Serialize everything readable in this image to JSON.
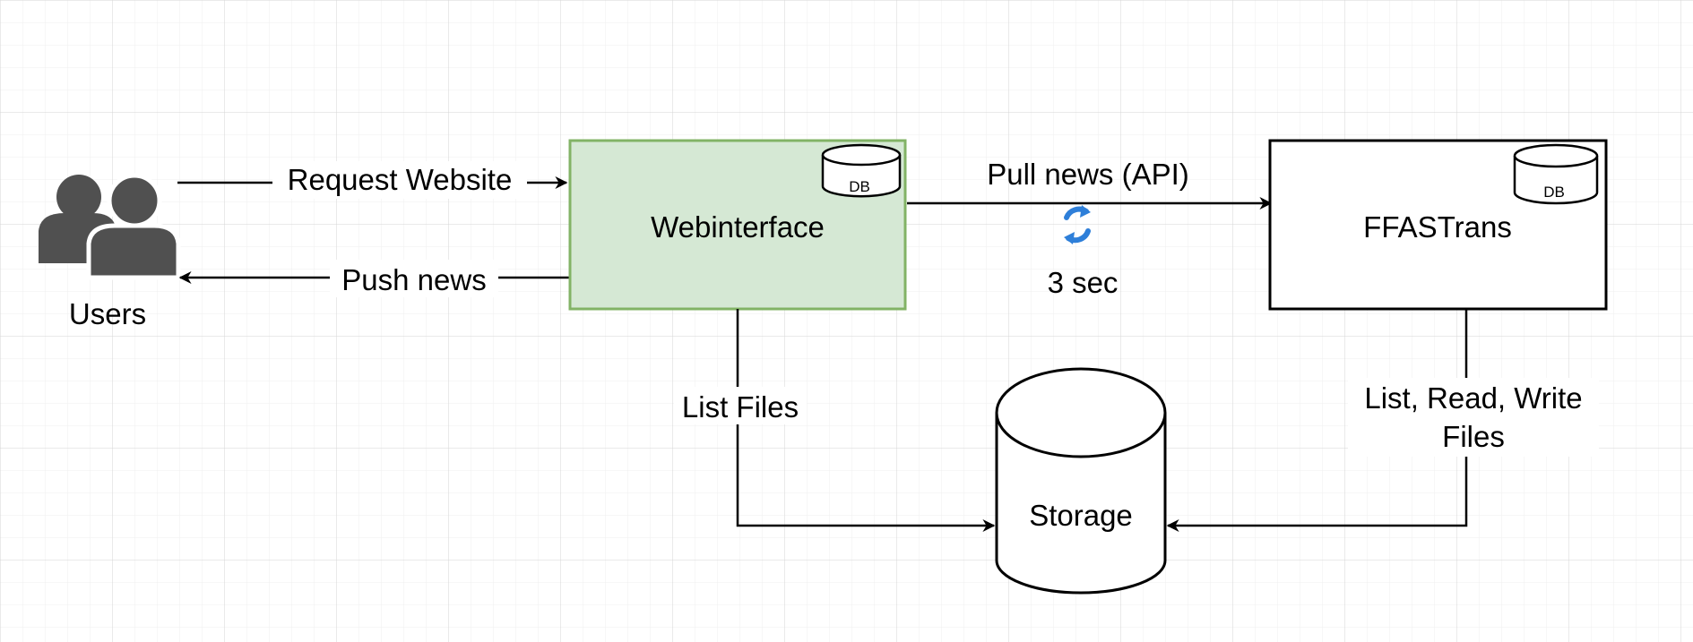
{
  "colors": {
    "background": "#ffffff",
    "grid_minor": "#efefef",
    "grid_major": "#d6d6d6",
    "webinterface_fill": "#d5e8d4",
    "webinterface_stroke": "#82b366",
    "users_icon": "#505050",
    "sync_icon": "#2e7fd9",
    "line": "#000000"
  },
  "nodes": {
    "users": {
      "label": "Users",
      "icon": "users-icon"
    },
    "webinterface": {
      "label": "Webinterface",
      "db_badge": "DB"
    },
    "ffastrans": {
      "label": "FFASTrans",
      "db_badge": "DB"
    },
    "storage": {
      "label": "Storage"
    }
  },
  "edges": {
    "request_website": {
      "label": "Request Website",
      "from": "Users",
      "to": "Webinterface"
    },
    "push_news": {
      "label": "Push news",
      "from": "Webinterface",
      "to": "Users"
    },
    "pull_news": {
      "label": "Pull news (API)",
      "from": "Webinterface",
      "to": "FFASTrans",
      "interval": "3 sec",
      "icon": "sync-icon"
    },
    "list_files": {
      "label": "List Files",
      "from": "Webinterface",
      "to": "Storage"
    },
    "list_read_write": {
      "label_line1": "List, Read, Write",
      "label_line2": "Files",
      "from": "FFASTrans",
      "to": "Storage"
    }
  }
}
